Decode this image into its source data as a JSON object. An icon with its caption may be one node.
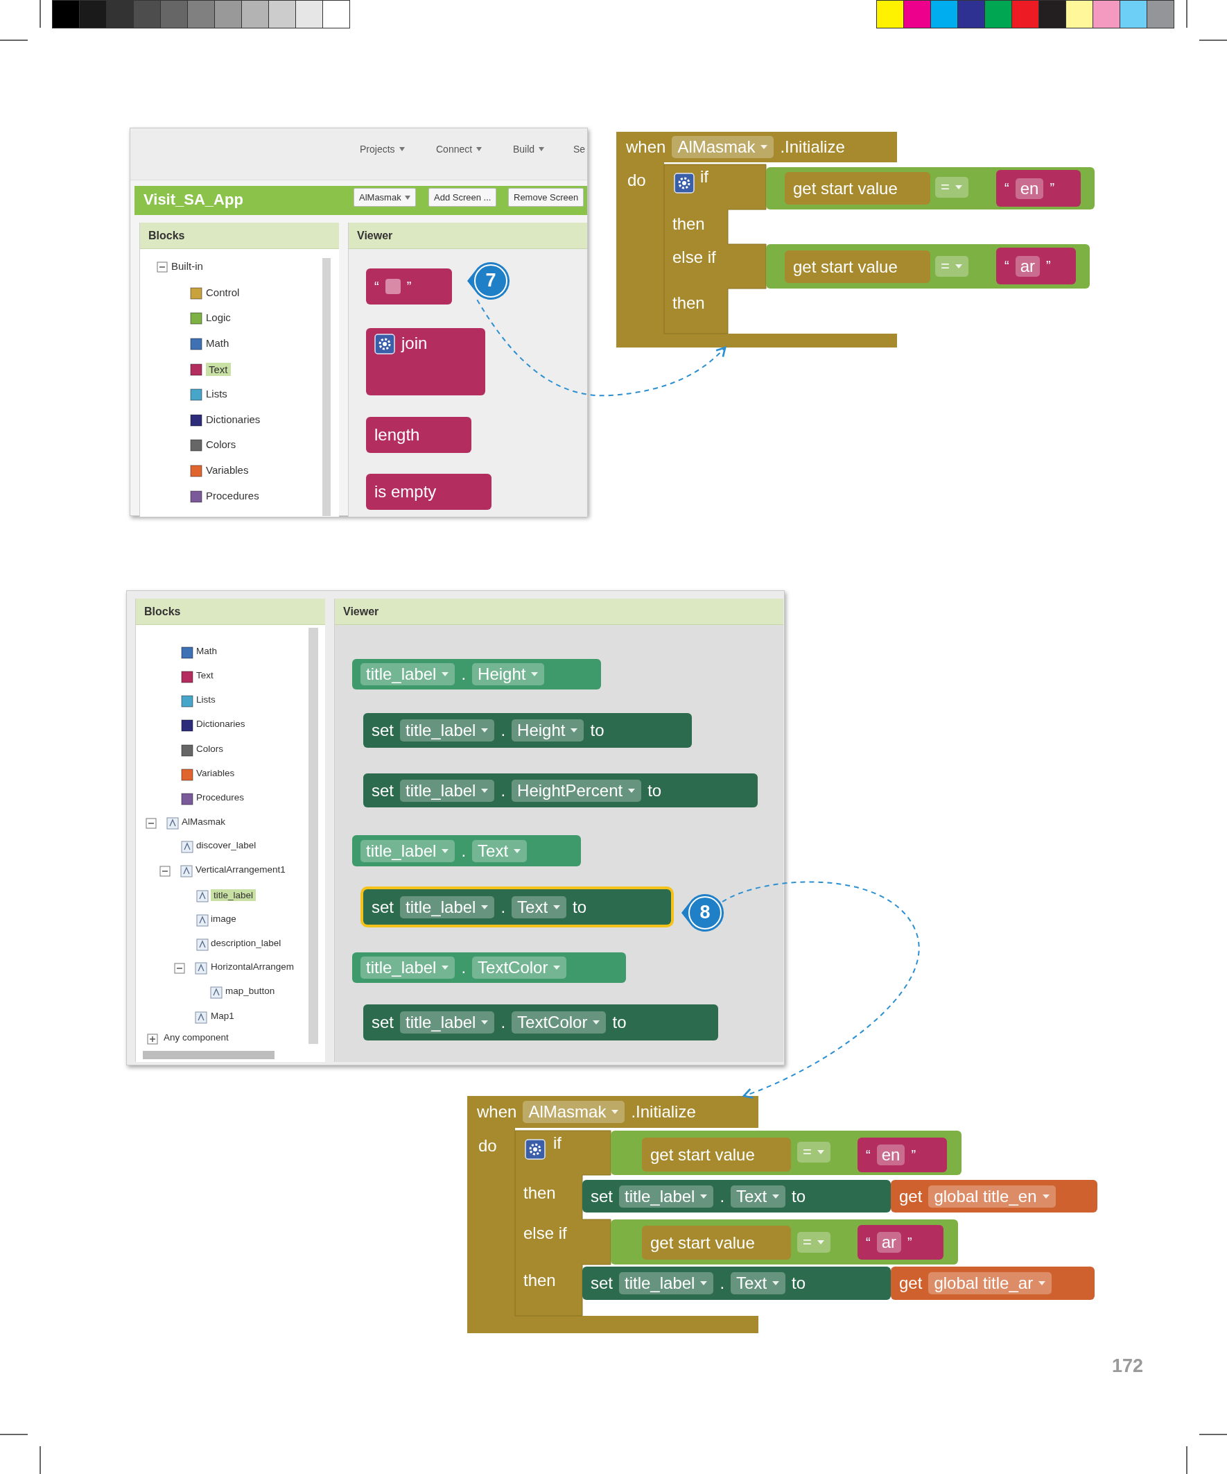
{
  "diagram": {
    "nodes": [
      {
        "text": [],
        "shape": "box"
      },
      {
        "text": [
          "Blocks"
        ],
        "in": 0
      },
      {
        "text": [
          "Viewer"
        ],
        "in": 0
      },
      {
        "text": [
          "“",
          "”"
        ],
        "in": 2
      },
      {
        "text": [
          "join"
        ],
        "in": 2
      },
      {
        "text": [
          "length"
        ],
        "in": 2
      },
      {
        "text": [
          "is empty"
        ],
        "in": 2
      },
      {
        "text": [
          "7"
        ],
        "in": 2
      },
      {
        "text": [
          "when",
          "AlMasmak",
          ".Initialize",
          "do"
        ]
      },
      {
        "text": [
          "if",
          "then",
          "else if",
          "then"
        ],
        "in": 8
      },
      {
        "text": [
          "="
        ]
      },
      {
        "text": [
          "get start value"
        ],
        "in": 10
      },
      {
        "text": [
          "“",
          "en",
          "”"
        ],
        "in": 10
      },
      {
        "text": [
          "="
        ]
      },
      {
        "text": [
          "get start value"
        ],
        "in": 13
      },
      {
        "text": [
          "“",
          "ar",
          "”"
        ],
        "in": 13
      },
      {
        "text": [],
        "shape": "box"
      },
      {
        "text": [
          "Blocks"
        ],
        "in": 16
      },
      {
        "text": [
          "Viewer"
        ],
        "in": 16
      },
      {
        "text": [
          "title_label",
          ".",
          "Height"
        ],
        "in": 18
      },
      {
        "text": [
          "set",
          "title_label",
          ".",
          "Height",
          "to"
        ],
        "in": 18
      },
      {
        "text": [
          "set",
          "title_label",
          ".",
          "HeightPercent",
          "to"
        ],
        "in": 18
      },
      {
        "text": [
          "title_label",
          ".",
          "Text"
        ],
        "in": 18
      },
      {
        "text": [
          "set",
          "title_label",
          ".",
          "Text",
          "to"
        ],
        "in": 18
      },
      {
        "text": [
          "title_label",
          ".",
          "TextColor"
        ],
        "in": 18
      },
      {
        "text": [
          "set",
          "title_label",
          ".",
          "TextColor",
          "to"
        ],
        "in": 18
      },
      {
        "text": [
          "8"
        ],
        "in": 18
      },
      {
        "text": [
          "when",
          "AlMasmak",
          ".Initialize",
          "do"
        ]
      },
      {
        "text": [
          "if",
          "then",
          "else if",
          "then"
        ],
        "in": 27
      },
      {
        "text": [
          "="
        ]
      },
      {
        "text": [
          "get start value"
        ],
        "in": 29
      },
      {
        "text": [
          "“",
          "en",
          "”"
        ],
        "in": 29
      },
      {
        "text": [
          "set",
          "title_label",
          ".",
          "Text",
          "to"
        ]
      },
      {
        "text": [
          "get",
          "global title_en"
        ]
      },
      {
        "text": [
          "="
        ]
      },
      {
        "text": [
          "get start value"
        ],
        "in": 34
      },
      {
        "text": [
          "“",
          "ar",
          "”"
        ],
        "in": 34
      },
      {
        "text": [
          "set",
          "title_label",
          ".",
          "Text",
          "to"
        ]
      },
      {
        "text": [
          "get",
          "global title_ar"
        ]
      }
    ],
    "edges": [
      {
        "from": 7,
        "to": 8,
        "arrow": "to",
        "style": "dashed"
      },
      {
        "from": 26,
        "to": 27,
        "arrow": "to",
        "style": "dashed"
      }
    ],
    "labels": [
      "Projects",
      "Connect",
      "Build",
      "Se",
      "Visit_SA_App",
      "AlMasmak",
      "Add Screen ...",
      "Remove Screen",
      "Built-in",
      "Control",
      "Logic",
      "Math",
      "Text",
      "Lists",
      "Dictionaries",
      "Colors",
      "Variables",
      "Procedures",
      "Math",
      "Text",
      "Lists",
      "Dictionaries",
      "Colors",
      "Variables",
      "Procedures",
      "AlMasmak",
      "discover_label",
      "VerticalArrangement1",
      "title_label",
      "image",
      "description_label",
      "HorizontalArrangem",
      "map_button",
      "Map1",
      "Any component",
      "172"
    ]
  }
}
